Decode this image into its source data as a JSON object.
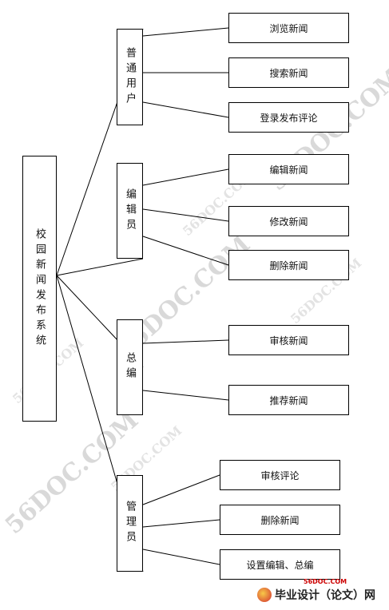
{
  "root": {
    "label": "校园新闻发布系统"
  },
  "roles": [
    {
      "key": "user",
      "label": "普通用户",
      "functions": [
        "浏览新闻",
        "搜索新闻",
        "登录发布评论"
      ]
    },
    {
      "key": "editor",
      "label": "编辑员",
      "functions": [
        "编辑新闻",
        "修改新闻",
        "删除新闻"
      ]
    },
    {
      "key": "chief",
      "label": "总编",
      "functions": [
        "审核新闻",
        "推荐新闻"
      ]
    },
    {
      "key": "admin",
      "label": "管理员",
      "functions": [
        "审核评论",
        "删除新闻",
        "设置编辑、总编"
      ]
    }
  ],
  "watermark": {
    "text": "56DOC.COM"
  },
  "logo": {
    "site": "56DOC.COM",
    "text": "毕业设计（论文）网"
  }
}
